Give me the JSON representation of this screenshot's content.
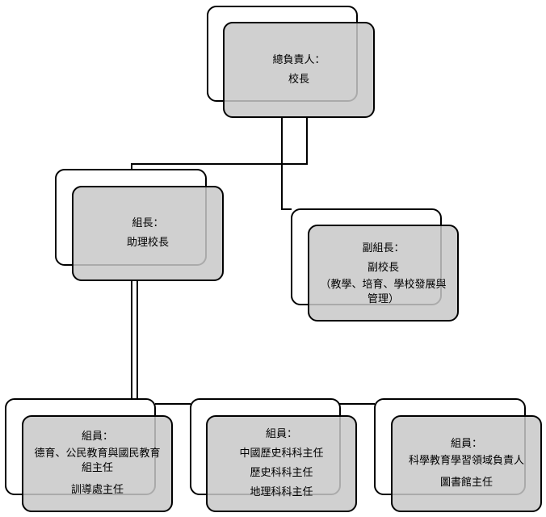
{
  "top": {
    "title": "總負責人：",
    "lines": [
      "校長"
    ]
  },
  "leader": {
    "title": "組長：",
    "lines": [
      "助理校長"
    ]
  },
  "deputy": {
    "title": "副組長：",
    "lines": [
      "副校長",
      "（教學、培育、學校發展與管理）"
    ]
  },
  "members": [
    {
      "title": "組員：",
      "lines": [
        "德育、公民教育與國民教育組主任",
        "訓導處主任"
      ]
    },
    {
      "title": "組員：",
      "lines": [
        "中國歷史科科主任",
        "歷史科科主任",
        "地理科科主任"
      ]
    },
    {
      "title": "組員：",
      "lines": [
        "科學教育學習領域負責人",
        "圖書館主任"
      ]
    }
  ]
}
